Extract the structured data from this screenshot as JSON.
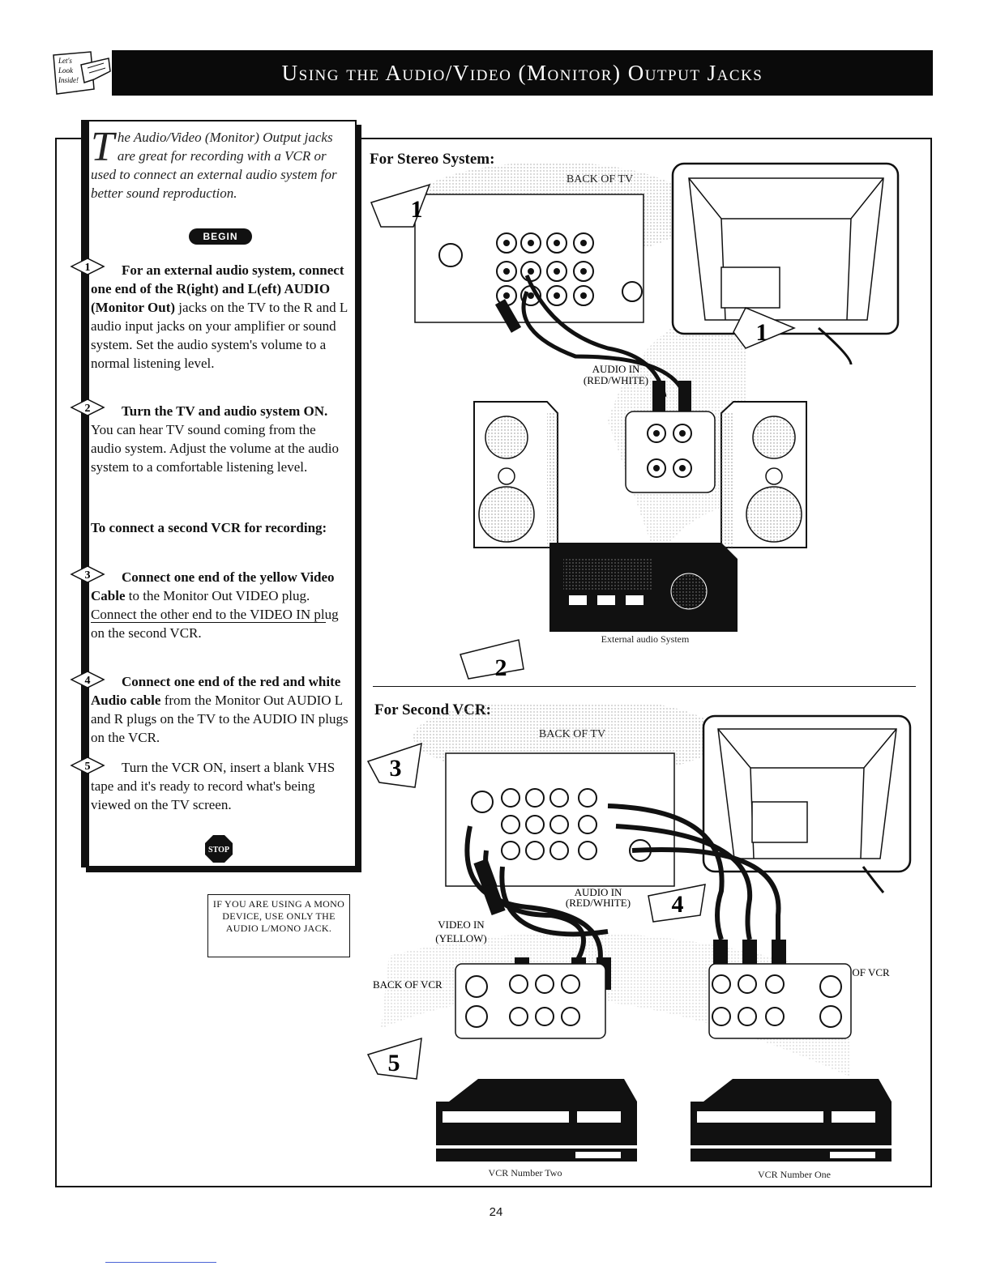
{
  "header": {
    "title": "Using the Audio/Video (Monitor) Output Jacks",
    "badge_label": "Let's Look Inside!"
  },
  "sidebar": {
    "intro_dropcap": "T",
    "intro_text": "he Audio/Video (Monitor) Output jacks are great for recording with a VCR or used to connect an external audio system for better sound reproduction.",
    "begin_label": "BEGIN",
    "steps": [
      {
        "number": "1",
        "bold": "For an external audio system, connect one end of the R(ight) and L(eft) AUDIO (Monitor Out)",
        "text": " jacks on the TV to the R and L audio input jacks on your amplifier or sound system. Set the audio system's volume to a normal listening level."
      },
      {
        "number": "2",
        "bold": "Turn the TV and audio system ON.",
        "text": " You can hear TV sound coming from the audio system. Adjust the volume at the audio system to a comfortable listening level."
      },
      {
        "number": "3",
        "bold": "Connect one end of the yellow Video Cable",
        "text": " to the Monitor Out VIDEO plug. Connect the other end to the VIDEO IN plug on the second VCR."
      },
      {
        "number": "4",
        "bold": "Connect one end of the red and white Audio cable",
        "text": " from the Monitor Out AUDIO L and R plugs on the TV to the AUDIO IN plugs on the VCR."
      },
      {
        "number": "5",
        "bold": "",
        "text": "Turn the VCR ON, insert a blank VHS tape and it's ready to record what's being viewed on the TV screen."
      }
    ],
    "second_vcr_heading": "To connect a second VCR for recording:",
    "stop_label": "STOP"
  },
  "mono_note": "IF YOU ARE USING A MONO DEVICE, USE ONLY THE AUDIO L/MONO JACK.",
  "stereo_panel": {
    "title": "For Stereo System:",
    "back_of_tv": "BACK OF TV",
    "audio_in": "AUDIO IN",
    "audio_in_colors": "(RED/WHITE)",
    "external_audio": "External audio System",
    "callouts": [
      "1",
      "1",
      "2"
    ]
  },
  "vcr_panel": {
    "title": "For Second VCR:",
    "back_of_tv": "BACK OF TV",
    "audio_in": "AUDIO IN",
    "audio_in_colors": "(RED/WHITE)",
    "video_in": "VIDEO IN",
    "video_in_color": "(YELLOW)",
    "back_of_vcr_left": "BACK OF VCR",
    "back_of_vcr_right": "BACK OF VCR",
    "vcr_two": "VCR Number Two",
    "vcr_one": "VCR Number One",
    "callouts": [
      "3",
      "4",
      "5"
    ]
  },
  "page_number": "24"
}
